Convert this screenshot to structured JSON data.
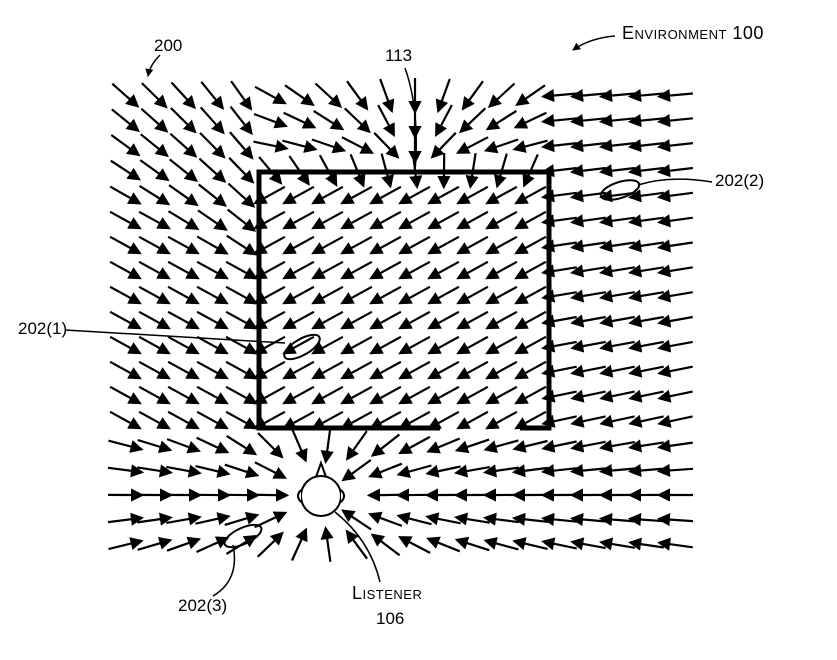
{
  "labels": {
    "environment": "Environment 100",
    "field": "200",
    "wall": "113",
    "region_1": "202(1)",
    "region_2": "202(2)",
    "region_3": "202(3)",
    "listener_name": "Listener",
    "listener_number": "106"
  },
  "colors": {
    "ink": "#000000",
    "background": "#ffffff"
  }
}
